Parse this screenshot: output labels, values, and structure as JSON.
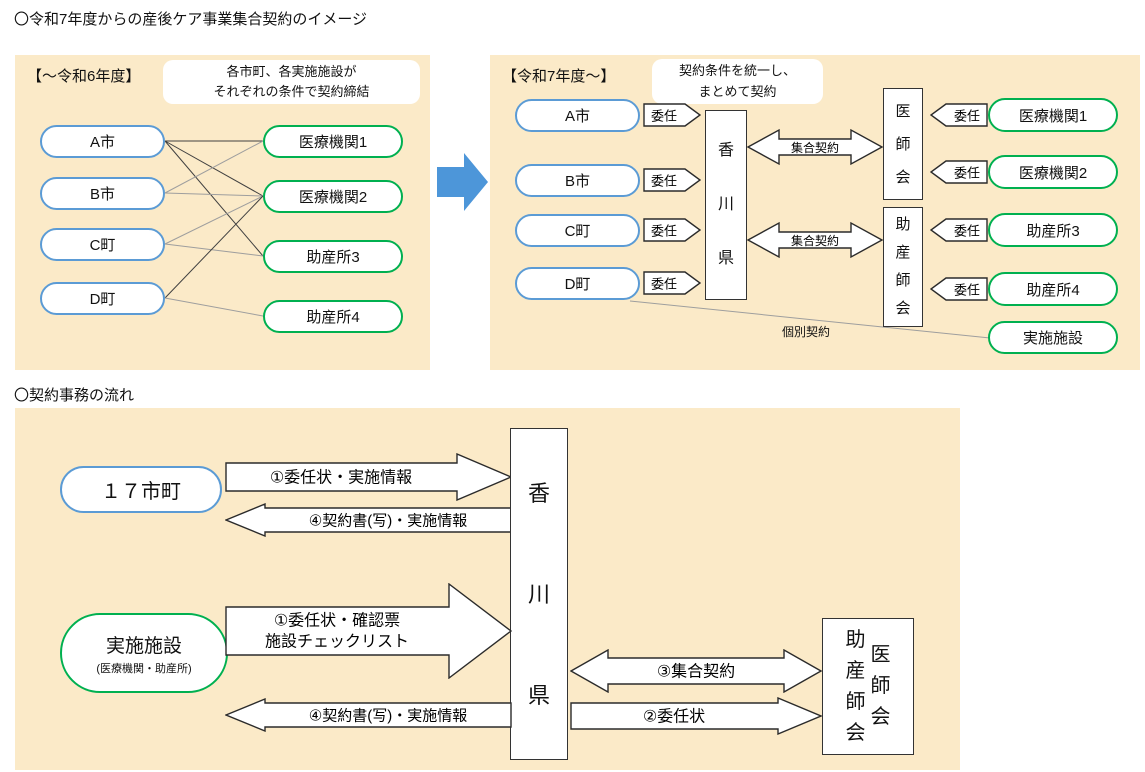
{
  "titles": {
    "section1": "〇令和7年度からの産後ケア事業集合契約のイメージ",
    "section2": "〇契約事務の流れ"
  },
  "before": {
    "label": "【～令和6年度】",
    "note_line1": "各市町、各実施施設が",
    "note_line2": "それぞれの条件で契約締結",
    "municipalities": [
      "A市",
      "B市",
      "C町",
      "D町"
    ],
    "facilities": [
      "医療機関1",
      "医療機関2",
      "助産所3",
      "助産所4"
    ]
  },
  "after": {
    "label": "【令和7年度～】",
    "note_line1": "契約条件を統一し、",
    "note_line2": "まとめて契約",
    "municipalities": [
      "A市",
      "B市",
      "C町",
      "D町"
    ],
    "delegate_label": "委任",
    "prefecture": "香川県",
    "collective_label": "集合契約",
    "doctor_assoc": "医師会",
    "midwife_assoc": "助産師会",
    "facilities": [
      "医療機関1",
      "医療機関2",
      "助産所3",
      "助産所4"
    ],
    "implement_facility": "実施施設",
    "individual_label": "個別契約"
  },
  "flow": {
    "municipalities": "１７市町",
    "arrow_step1_top": "①委任状・実施情報",
    "arrow_step4_top": "④契約書(写)・実施情報",
    "prefecture": "香川県",
    "facility": "実施施設",
    "facility_sub": "(医療機関・助産所)",
    "arrow_step1_bottom_line1": "①委任状・確認票",
    "arrow_step1_bottom_line2": "施設チェックリスト",
    "arrow_step4_bottom": "④契約書(写)・実施情報",
    "arrow_step3": "③集合契約",
    "arrow_step2": "②委任状",
    "doctor_assoc": "医師会",
    "midwife_assoc": "助産師会"
  },
  "colors": {
    "panel_bg": "#FBEAC8",
    "municipality_border": "#5B9BD5",
    "facility_border": "#00B050",
    "transition_arrow": "#4D96D9"
  }
}
